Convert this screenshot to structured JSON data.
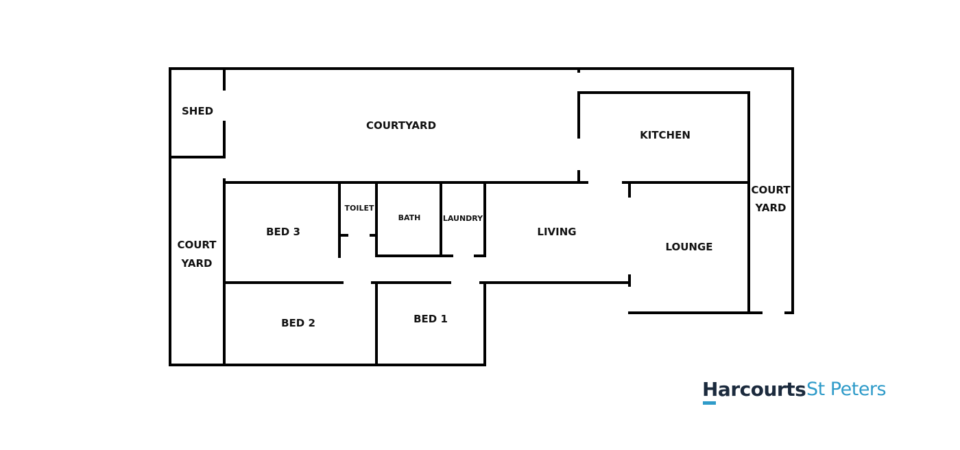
{
  "rooms": {
    "shed": "SHED",
    "courtyard_top": "COURTYARD",
    "kitchen": "KITCHEN",
    "court_yard_left_1": "COURT",
    "court_yard_left_2": "YARD",
    "court_yard_right_1": "COURT",
    "court_yard_right_2": "YARD",
    "bed3": "BED 3",
    "toilet": "TOILET",
    "bath": "BATH",
    "laundry": "LAUNDRY",
    "living": "LIVING",
    "lounge": "LOUNGE",
    "bed2": "BED 2",
    "bed1": "BED 1"
  },
  "brand": {
    "name": "Harcourts",
    "office": "St Peters",
    "name_color": "#1b2a3d",
    "office_color": "#2f9bc9",
    "accent_color": "#2f9bc9"
  }
}
